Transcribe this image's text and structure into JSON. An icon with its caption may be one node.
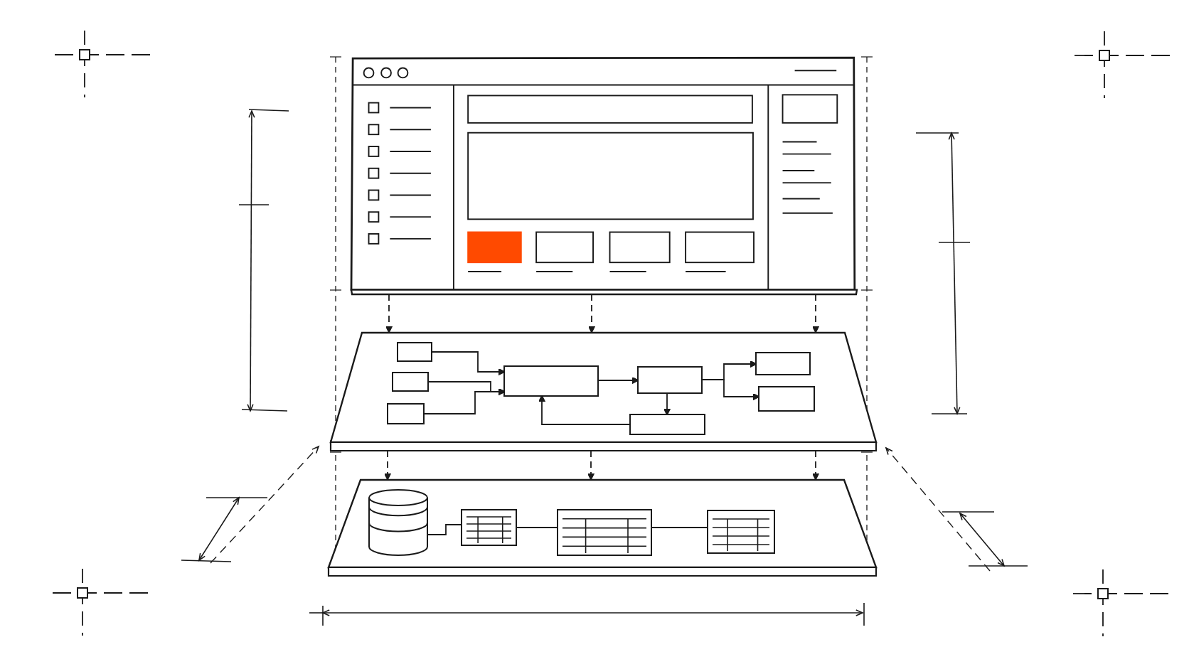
{
  "diagram": {
    "nodes": [
      {
        "text": [],
        "shape": "window"
      },
      {
        "text": [],
        "shape": "trapezoid"
      },
      {
        "text": [],
        "shape": "trapezoid"
      },
      {
        "text": [],
        "shape": "box",
        "in": 1
      },
      {
        "text": [],
        "shape": "box",
        "in": 1
      },
      {
        "text": [],
        "shape": "box",
        "in": 1
      },
      {
        "text": [],
        "shape": "box",
        "in": 1
      },
      {
        "text": [],
        "shape": "box",
        "in": 1
      },
      {
        "text": [],
        "shape": "box",
        "in": 1
      },
      {
        "text": [],
        "shape": "box",
        "in": 1
      },
      {
        "text": [],
        "shape": "box",
        "in": 1
      },
      {
        "text": [],
        "shape": "cylinder",
        "in": 2
      },
      {
        "text": [],
        "shape": "table",
        "in": 2
      },
      {
        "text": [],
        "shape": "table",
        "in": 2
      },
      {
        "text": [],
        "shape": "table",
        "in": 2
      }
    ],
    "edges": [
      {
        "from": 3,
        "to": 6,
        "arrow": "to"
      },
      {
        "from": 4,
        "to": 6,
        "arrow": "to"
      },
      {
        "from": 5,
        "to": 6,
        "arrow": "to"
      },
      {
        "from": 6,
        "to": 7,
        "arrow": "to"
      },
      {
        "from": 7,
        "to": 8,
        "arrow": "to"
      },
      {
        "from": 8,
        "to": 6,
        "arrow": "to"
      },
      {
        "from": 7,
        "to": 9,
        "arrow": "to"
      },
      {
        "from": 7,
        "to": 10,
        "arrow": "to"
      },
      {
        "from": 11,
        "to": 12,
        "arrow": "none"
      },
      {
        "from": 12,
        "to": 13,
        "arrow": "none"
      },
      {
        "from": 13,
        "to": 14,
        "arrow": "none"
      },
      {
        "from": 0,
        "to": 1,
        "arrow": "to",
        "style": "dashed"
      },
      {
        "from": 0,
        "to": 1,
        "arrow": "to",
        "style": "dashed"
      },
      {
        "from": 0,
        "to": 1,
        "arrow": "to",
        "style": "dashed"
      },
      {
        "from": 1,
        "to": 2,
        "arrow": "to",
        "style": "dashed"
      },
      {
        "from": 1,
        "to": 2,
        "arrow": "to",
        "style": "dashed"
      },
      {
        "from": 1,
        "to": 2,
        "arrow": "to",
        "style": "dashed"
      }
    ]
  }
}
